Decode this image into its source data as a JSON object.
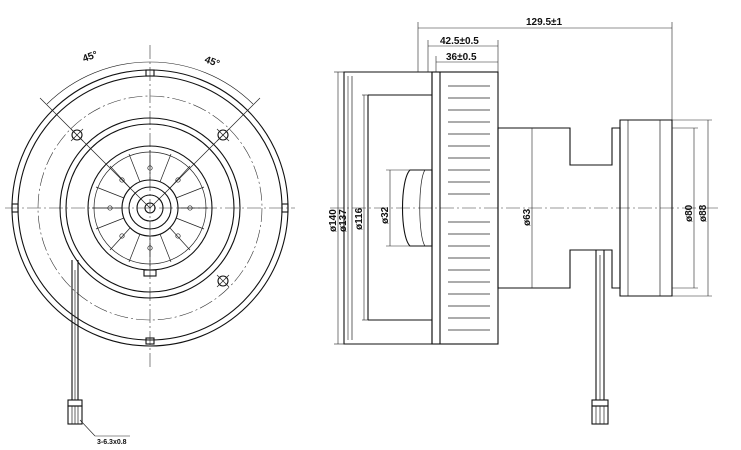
{
  "front_view": {
    "angle_left": "45°",
    "angle_right": "45°",
    "wire_callout": "3-6.3x0.8"
  },
  "side_view": {
    "overall_length": "129.5±1",
    "dim_a": "42.5±0.5",
    "dim_b": "36±0.5",
    "dia_140": "ø140",
    "dia_137": "ø137",
    "dia_116": "ø116",
    "dia_32": "ø32",
    "dia_63": "ø63",
    "dia_80": "ø80",
    "dia_88": "ø88"
  },
  "colors": {
    "line": "#111111",
    "background": "#ffffff"
  }
}
